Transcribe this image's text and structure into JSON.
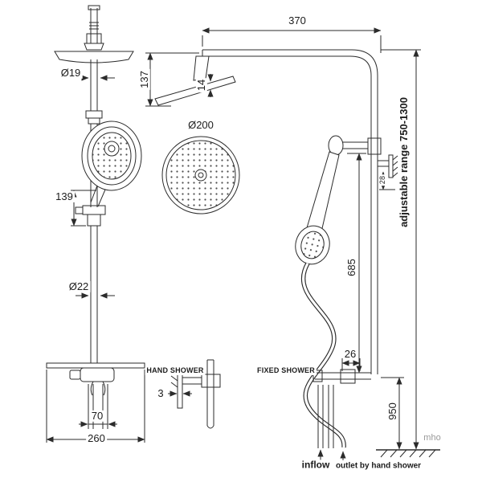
{
  "diagram": {
    "dimensions": {
      "arm_length": "370",
      "head_drop": "137",
      "head_joint": "14",
      "upper_pipe_diameter": "Ø19",
      "head_diameter": "Ø200",
      "holder_spacing": "139",
      "lower_pipe_diameter": "Ø22",
      "riser_length": "685",
      "holder_bracket_detail": "28",
      "adjustable_range": "adjustable range 750-1300",
      "bracket_width": "26",
      "plate_thickness": "3",
      "valve_spacing": "70",
      "shelf_width": "260",
      "inlet_height": "950"
    },
    "labels": {
      "hand_shower": "HAND SHOWER",
      "fixed_shower": "FIXED SHOWER",
      "inflow": "inflow",
      "outlet": "outlet by hand shower",
      "watermark": "mho"
    },
    "colors": {
      "line": "#2b2b2b",
      "text": "#1c1c1c",
      "watermark": "#999999"
    }
  }
}
